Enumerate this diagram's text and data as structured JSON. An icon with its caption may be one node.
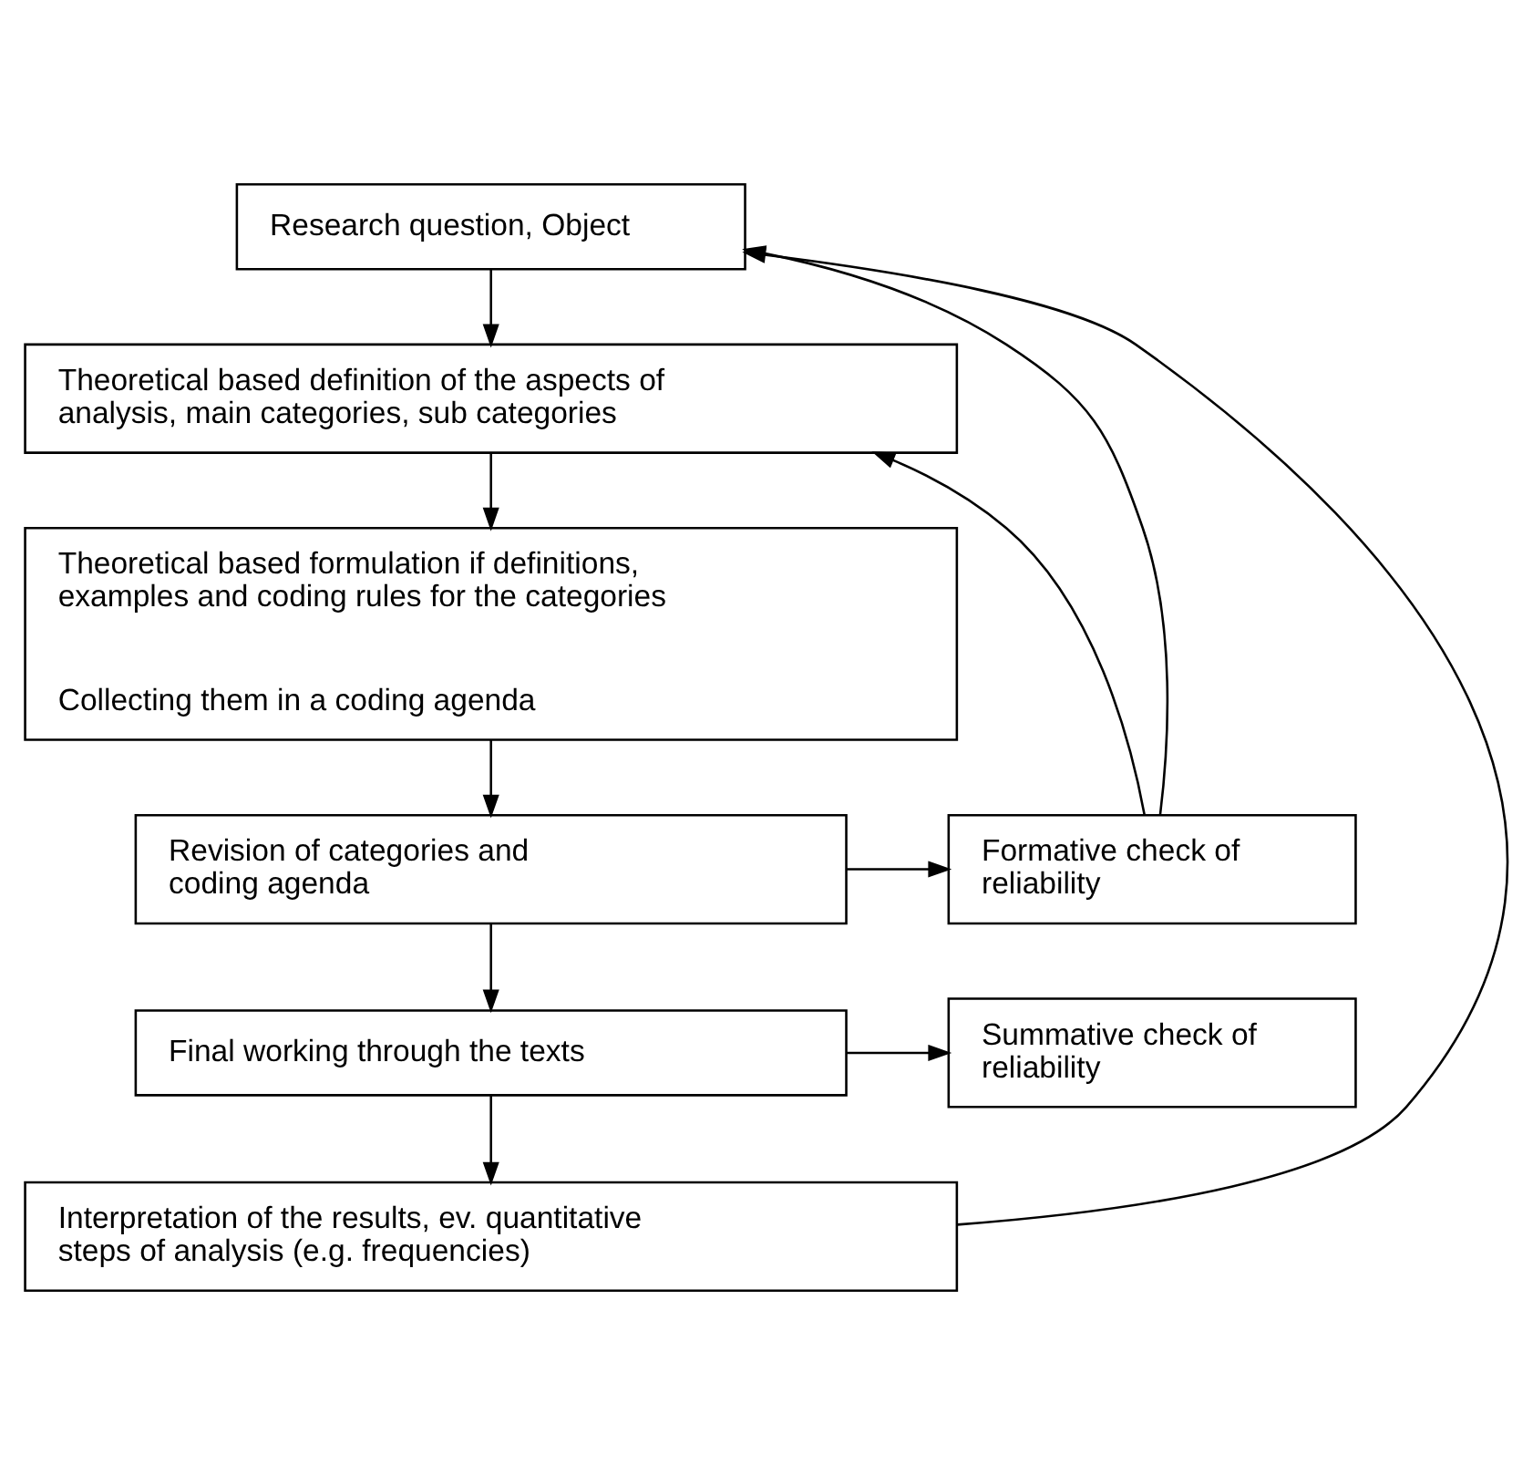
{
  "diagram": {
    "nodes": [
      {
        "text": [
          "Research question, Object"
        ]
      },
      {
        "text": [
          "Theoretical based definition of the aspects of analysis, main categories, sub categories"
        ]
      },
      {
        "text": [
          "Theoretical based formulation if definitions, examples and coding rules for the categories",
          "Collecting them in a coding agenda"
        ]
      },
      {
        "text": [
          "Revision of categories and coding agenda"
        ]
      },
      {
        "text": [
          "Formative check of reliability"
        ]
      },
      {
        "text": [
          "Final working through the texts"
        ]
      },
      {
        "text": [
          "Summative check of reliability"
        ]
      },
      {
        "text": [
          "Interpretation of the results, ev. quantitative steps of analysis (e.g. frequencies)"
        ]
      }
    ],
    "edges": [
      {
        "from": 0,
        "to": 1,
        "arrow": "to"
      },
      {
        "from": 1,
        "to": 2,
        "arrow": "to"
      },
      {
        "from": 2,
        "to": 3,
        "arrow": "to"
      },
      {
        "from": 3,
        "to": 4,
        "arrow": "to"
      },
      {
        "from": 4,
        "to": 1,
        "arrow": "to"
      },
      {
        "from": 4,
        "to": 0,
        "arrow": "to"
      },
      {
        "from": 3,
        "to": 5,
        "arrow": "to"
      },
      {
        "from": 5,
        "to": 6,
        "arrow": "to"
      },
      {
        "from": 5,
        "to": 7,
        "arrow": "to"
      },
      {
        "from": 7,
        "to": 0,
        "arrow": "to"
      }
    ]
  }
}
